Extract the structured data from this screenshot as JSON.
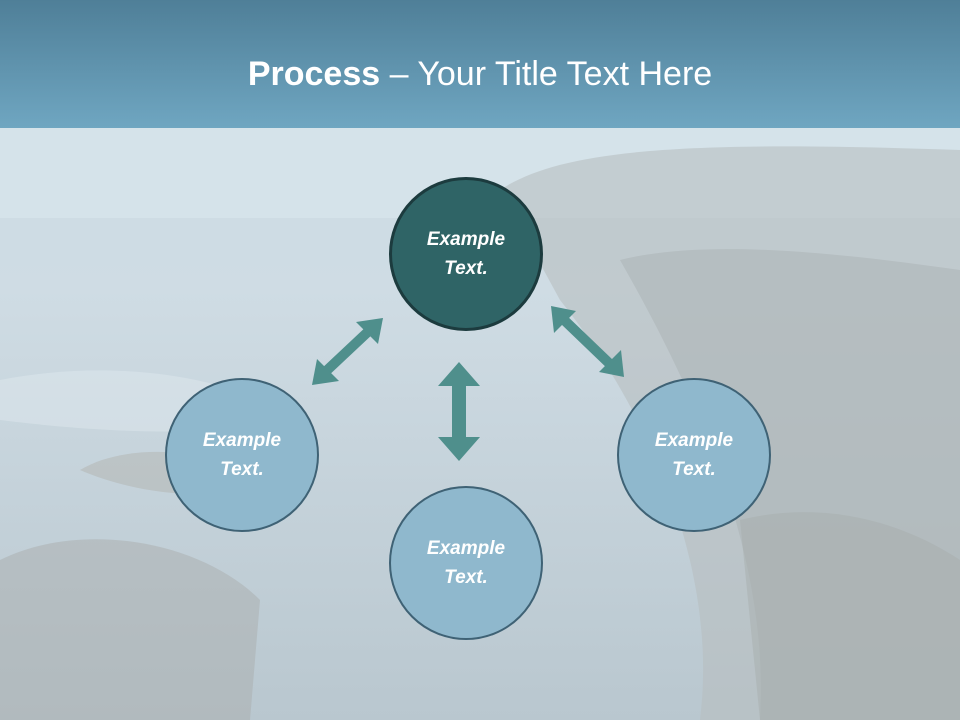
{
  "title": {
    "bold": "Process",
    "rest": " – Your Title Text Here"
  },
  "nodes": {
    "top": {
      "line1": "Example",
      "line2": "Text."
    },
    "left": {
      "line1": "Example",
      "line2": "Text."
    },
    "bottom": {
      "line1": "Example",
      "line2": "Text."
    },
    "right": {
      "line1": "Example",
      "line2": "Text."
    }
  },
  "colors": {
    "accent": "#2f6466",
    "node_fill": "#8fb8cd",
    "arrow": "#4f8f8c"
  }
}
